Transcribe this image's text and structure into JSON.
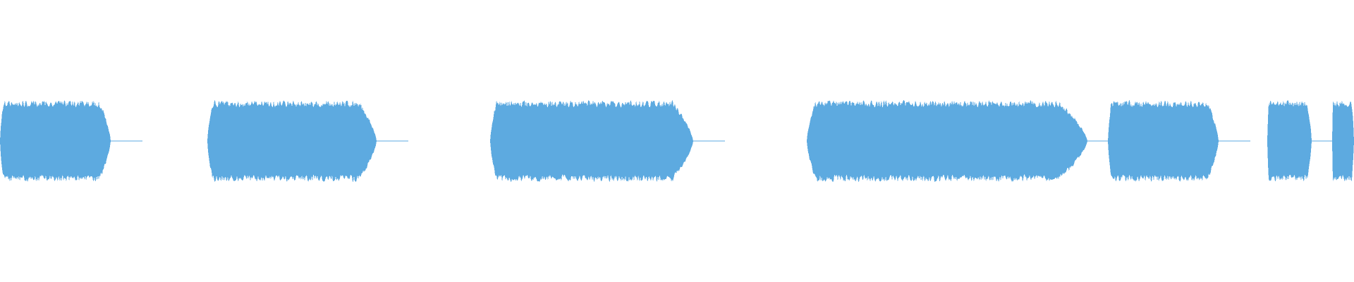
{
  "waveform": {
    "color": "#5DAAE0",
    "background": "#FFFFFF",
    "segments": [
      {
        "start": 0.0,
        "end": 0.082
      },
      {
        "start": 0.153,
        "end": 0.278
      },
      {
        "start": 0.362,
        "end": 0.512
      },
      {
        "start": 0.596,
        "end": 0.803
      },
      {
        "start": 0.818,
        "end": 0.9
      },
      {
        "start": 0.936,
        "end": 0.969
      },
      {
        "start": 0.984,
        "end": 1.0
      }
    ]
  }
}
